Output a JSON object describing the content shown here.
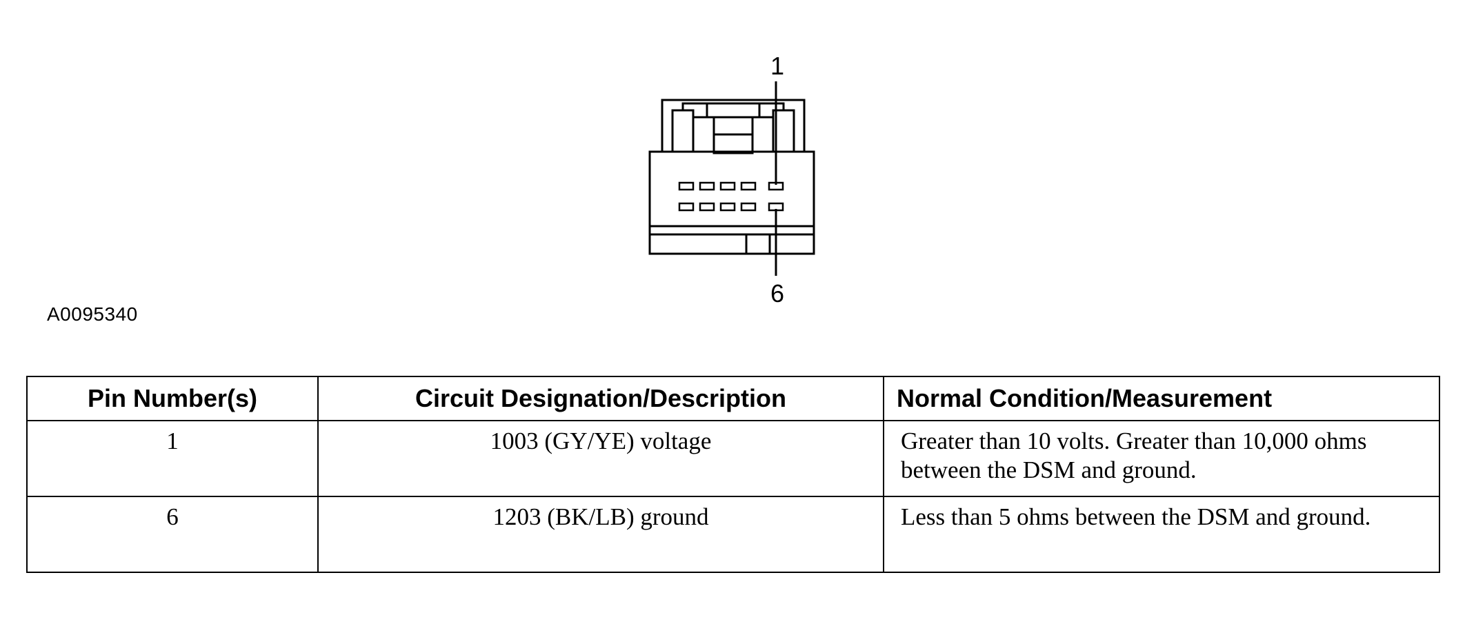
{
  "figure": {
    "id_label": "A0095340",
    "pin_callouts": [
      "1",
      "6"
    ]
  },
  "table": {
    "headers": [
      "Pin Number(s)",
      "Circuit Designation/Description",
      "Normal Condition/Measurement"
    ],
    "rows": [
      {
        "pin": "1",
        "circuit": "1003 (GY/YE) voltage",
        "condition": "Greater than 10 volts. Greater than 10,000 ohms between the DSM and ground."
      },
      {
        "pin": "6",
        "circuit": "1203 (BK/LB) ground",
        "condition": "Less than 5 ohms between the DSM and ground."
      }
    ]
  }
}
